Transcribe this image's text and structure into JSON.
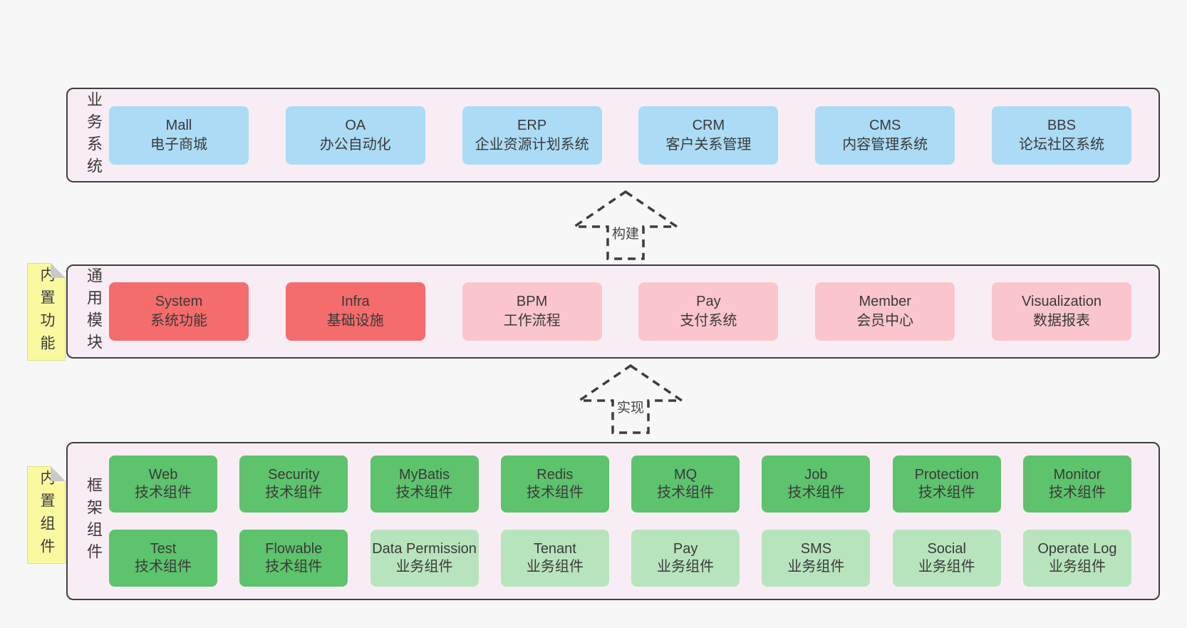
{
  "colors": {
    "page_bg": "#f7f7f7",
    "panel_bg": "#f9edf5",
    "panel_border": "#3f3f3f",
    "blue": "#abdbf5",
    "red": "#f56c6c",
    "pink": "#fac5cd",
    "green": "#5dc36c",
    "light_green": "#b8e4bd",
    "sticky_yellow": "#fbf9a0",
    "fold_gray": "#c9c9c9",
    "text": "#3a3a3a"
  },
  "sections": [
    {
      "name": "business-systems",
      "label": "业务系统",
      "sticky": null,
      "rows": [
        [
          {
            "title": "Mall",
            "subtitle": "电子商城",
            "color": "blue"
          },
          {
            "title": "OA",
            "subtitle": "办公自动化",
            "color": "blue"
          },
          {
            "title": "ERP",
            "subtitle": "企业资源计划系统",
            "color": "blue"
          },
          {
            "title": "CRM",
            "subtitle": "客户关系管理",
            "color": "blue"
          },
          {
            "title": "CMS",
            "subtitle": "内容管理系统",
            "color": "blue"
          },
          {
            "title": "BBS",
            "subtitle": "论坛社区系统",
            "color": "blue"
          }
        ]
      ]
    },
    {
      "name": "common-modules",
      "label": "通用模块",
      "sticky": "内置功能",
      "rows": [
        [
          {
            "title": "System",
            "subtitle": "系统功能",
            "color": "red"
          },
          {
            "title": "Infra",
            "subtitle": "基础设施",
            "color": "red"
          },
          {
            "title": "BPM",
            "subtitle": "工作流程",
            "color": "pink"
          },
          {
            "title": "Pay",
            "subtitle": "支付系统",
            "color": "pink"
          },
          {
            "title": "Member",
            "subtitle": "会员中心",
            "color": "pink"
          },
          {
            "title": "Visualization",
            "subtitle": "数据报表",
            "color": "pink"
          }
        ]
      ]
    },
    {
      "name": "framework-components",
      "label": "框架组件",
      "sticky": "内置组件",
      "rows": [
        [
          {
            "title": "Web",
            "subtitle": "技术组件",
            "color": "green"
          },
          {
            "title": "Security",
            "subtitle": "技术组件",
            "color": "green"
          },
          {
            "title": "MyBatis",
            "subtitle": "技术组件",
            "color": "green"
          },
          {
            "title": "Redis",
            "subtitle": "技术组件",
            "color": "green"
          },
          {
            "title": "MQ",
            "subtitle": "技术组件",
            "color": "green"
          },
          {
            "title": "Job",
            "subtitle": "技术组件",
            "color": "green"
          },
          {
            "title": "Protection",
            "subtitle": "技术组件",
            "color": "green"
          },
          {
            "title": "Monitor",
            "subtitle": "技术组件",
            "color": "green"
          }
        ],
        [
          {
            "title": "Test",
            "subtitle": "技术组件",
            "color": "green"
          },
          {
            "title": "Flowable",
            "subtitle": "技术组件",
            "color": "green"
          },
          {
            "title": "Data Permission",
            "subtitle": "业务组件",
            "color": "lightgreen"
          },
          {
            "title": "Tenant",
            "subtitle": "业务组件",
            "color": "lightgreen"
          },
          {
            "title": "Pay",
            "subtitle": "业务组件",
            "color": "lightgreen"
          },
          {
            "title": "SMS",
            "subtitle": "业务组件",
            "color": "lightgreen"
          },
          {
            "title": "Social",
            "subtitle": "业务组件",
            "color": "lightgreen"
          },
          {
            "title": "Operate Log",
            "subtitle": "业务组件",
            "color": "lightgreen"
          }
        ]
      ]
    }
  ],
  "arrows": [
    {
      "label": "构建"
    },
    {
      "label": "实现"
    }
  ]
}
